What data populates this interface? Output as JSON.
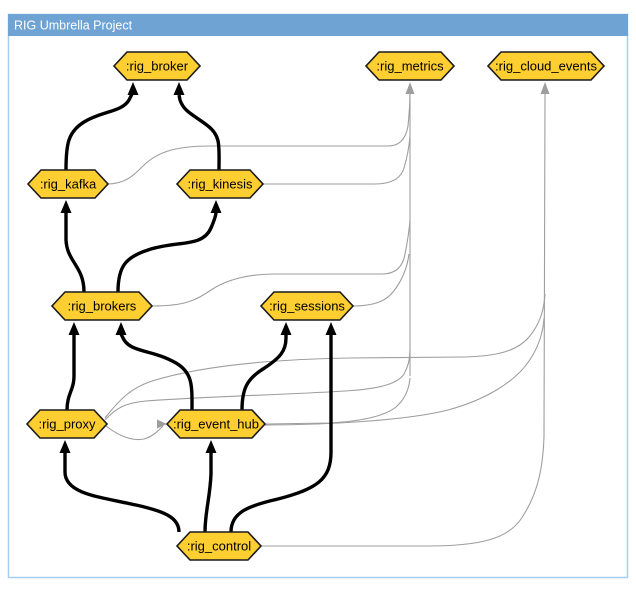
{
  "window": {
    "title": "RIG Umbrella Project"
  },
  "colors": {
    "titlebar": "#6fa3d4",
    "frame_border": "#a6cef0",
    "node_fill": "#ffce30",
    "node_border": "#1a1a1a",
    "direct_edge": "#000000",
    "runtime_edge": "#9e9e9e",
    "title_text": "#ffffff"
  },
  "graph": {
    "nodes": [
      {
        "id": "rig_broker",
        "label": ":rig_broker"
      },
      {
        "id": "rig_metrics",
        "label": ":rig_metrics"
      },
      {
        "id": "rig_cloud_events",
        "label": ":rig_cloud_events"
      },
      {
        "id": "rig_kafka",
        "label": ":rig_kafka"
      },
      {
        "id": "rig_kinesis",
        "label": ":rig_kinesis"
      },
      {
        "id": "rig_brokers",
        "label": ":rig_brokers"
      },
      {
        "id": "rig_sessions",
        "label": ":rig_sessions"
      },
      {
        "id": "rig_proxy",
        "label": ":rig_proxy"
      },
      {
        "id": "rig_event_hub",
        "label": ":rig_event_hub"
      },
      {
        "id": "rig_control",
        "label": ":rig_control"
      }
    ],
    "edges": [
      {
        "from": "rig_kafka",
        "to": "rig_broker",
        "style": "black"
      },
      {
        "from": "rig_kinesis",
        "to": "rig_broker",
        "style": "black"
      },
      {
        "from": "rig_brokers",
        "to": "rig_kafka",
        "style": "black"
      },
      {
        "from": "rig_brokers",
        "to": "rig_kinesis",
        "style": "black"
      },
      {
        "from": "rig_proxy",
        "to": "rig_brokers",
        "style": "black"
      },
      {
        "from": "rig_event_hub",
        "to": "rig_brokers",
        "style": "black"
      },
      {
        "from": "rig_event_hub",
        "to": "rig_sessions",
        "style": "black"
      },
      {
        "from": "rig_control",
        "to": "rig_sessions",
        "style": "black"
      },
      {
        "from": "rig_control",
        "to": "rig_proxy",
        "style": "black"
      },
      {
        "from": "rig_control",
        "to": "rig_event_hub",
        "style": "black"
      },
      {
        "from": "rig_kafka",
        "to": "rig_metrics",
        "style": "gray"
      },
      {
        "from": "rig_kinesis",
        "to": "rig_metrics",
        "style": "gray"
      },
      {
        "from": "rig_brokers",
        "to": "rig_metrics",
        "style": "gray"
      },
      {
        "from": "rig_sessions",
        "to": "rig_metrics",
        "style": "gray"
      },
      {
        "from": "rig_proxy",
        "to": "rig_metrics",
        "style": "gray"
      },
      {
        "from": "rig_event_hub",
        "to": "rig_metrics",
        "style": "gray"
      },
      {
        "from": "rig_proxy",
        "to": "rig_cloud_events",
        "style": "gray"
      },
      {
        "from": "rig_event_hub",
        "to": "rig_cloud_events",
        "style": "gray"
      },
      {
        "from": "rig_control",
        "to": "rig_cloud_events",
        "style": "gray"
      },
      {
        "from": "rig_proxy",
        "to": "rig_event_hub",
        "style": "gray"
      }
    ]
  }
}
